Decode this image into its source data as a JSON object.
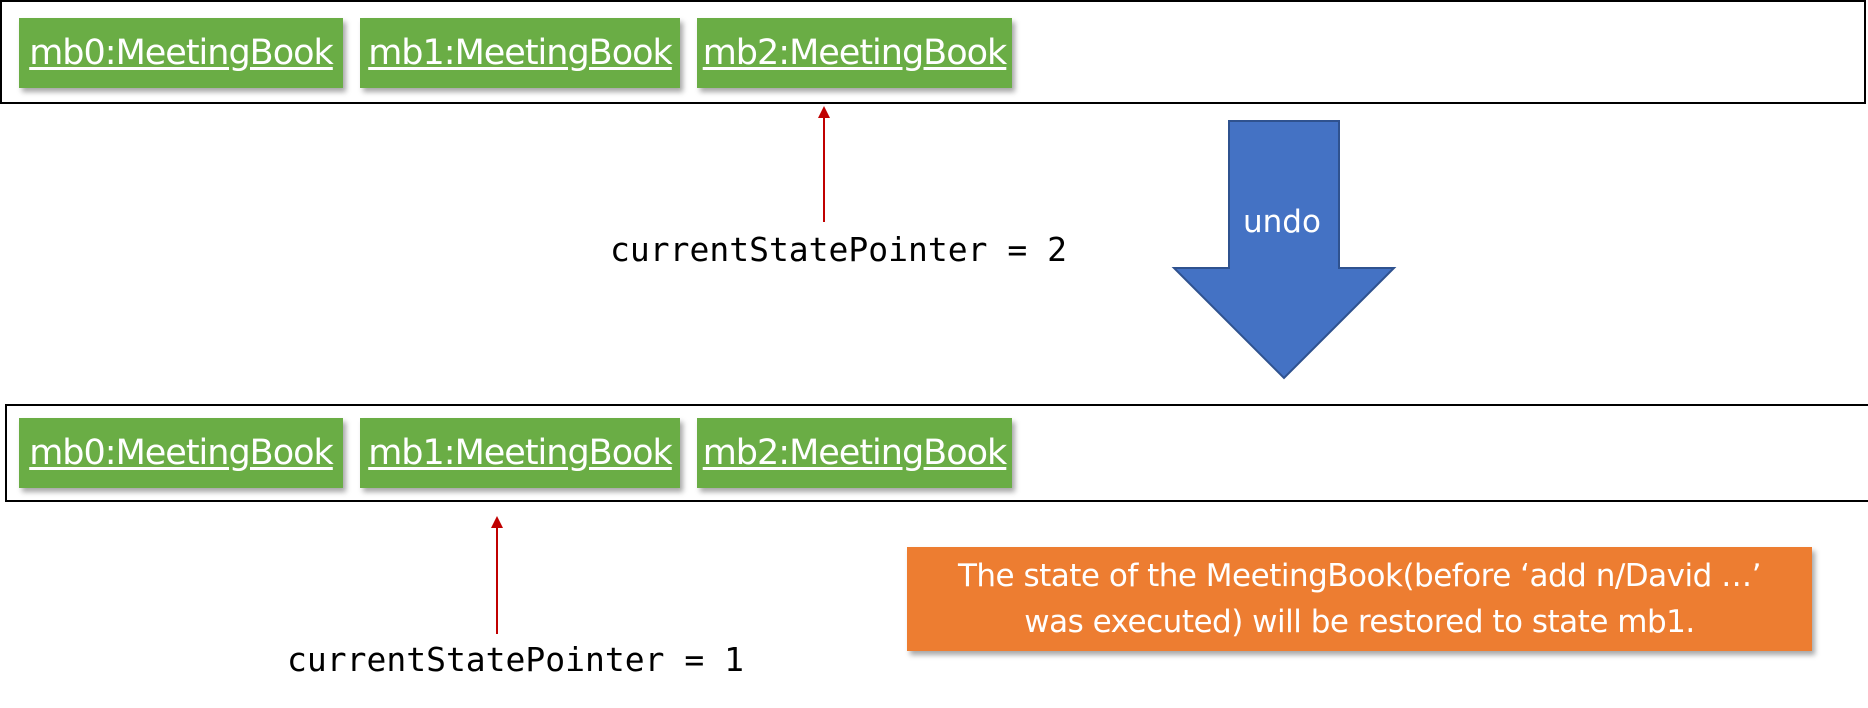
{
  "before": {
    "states": [
      "mb0:MeetingBook",
      "mb1:MeetingBook",
      "mb2:MeetingBook"
    ],
    "pointer_label": "currentStatePointer = 2"
  },
  "transition": {
    "label": "undo"
  },
  "after": {
    "states": [
      "mb0:MeetingBook",
      "mb1:MeetingBook",
      "mb2:MeetingBook"
    ],
    "pointer_label": "currentStatePointer = 1"
  },
  "note": {
    "line1": "The state of the MeetingBook(before ‘add n/David …’",
    "line2": "was executed) will be restored to state mb1."
  },
  "colors": {
    "state_box": "#6aad45",
    "pointer_arrow": "#c00000",
    "undo_arrow": "#4472c4",
    "note": "#ed7d31"
  }
}
